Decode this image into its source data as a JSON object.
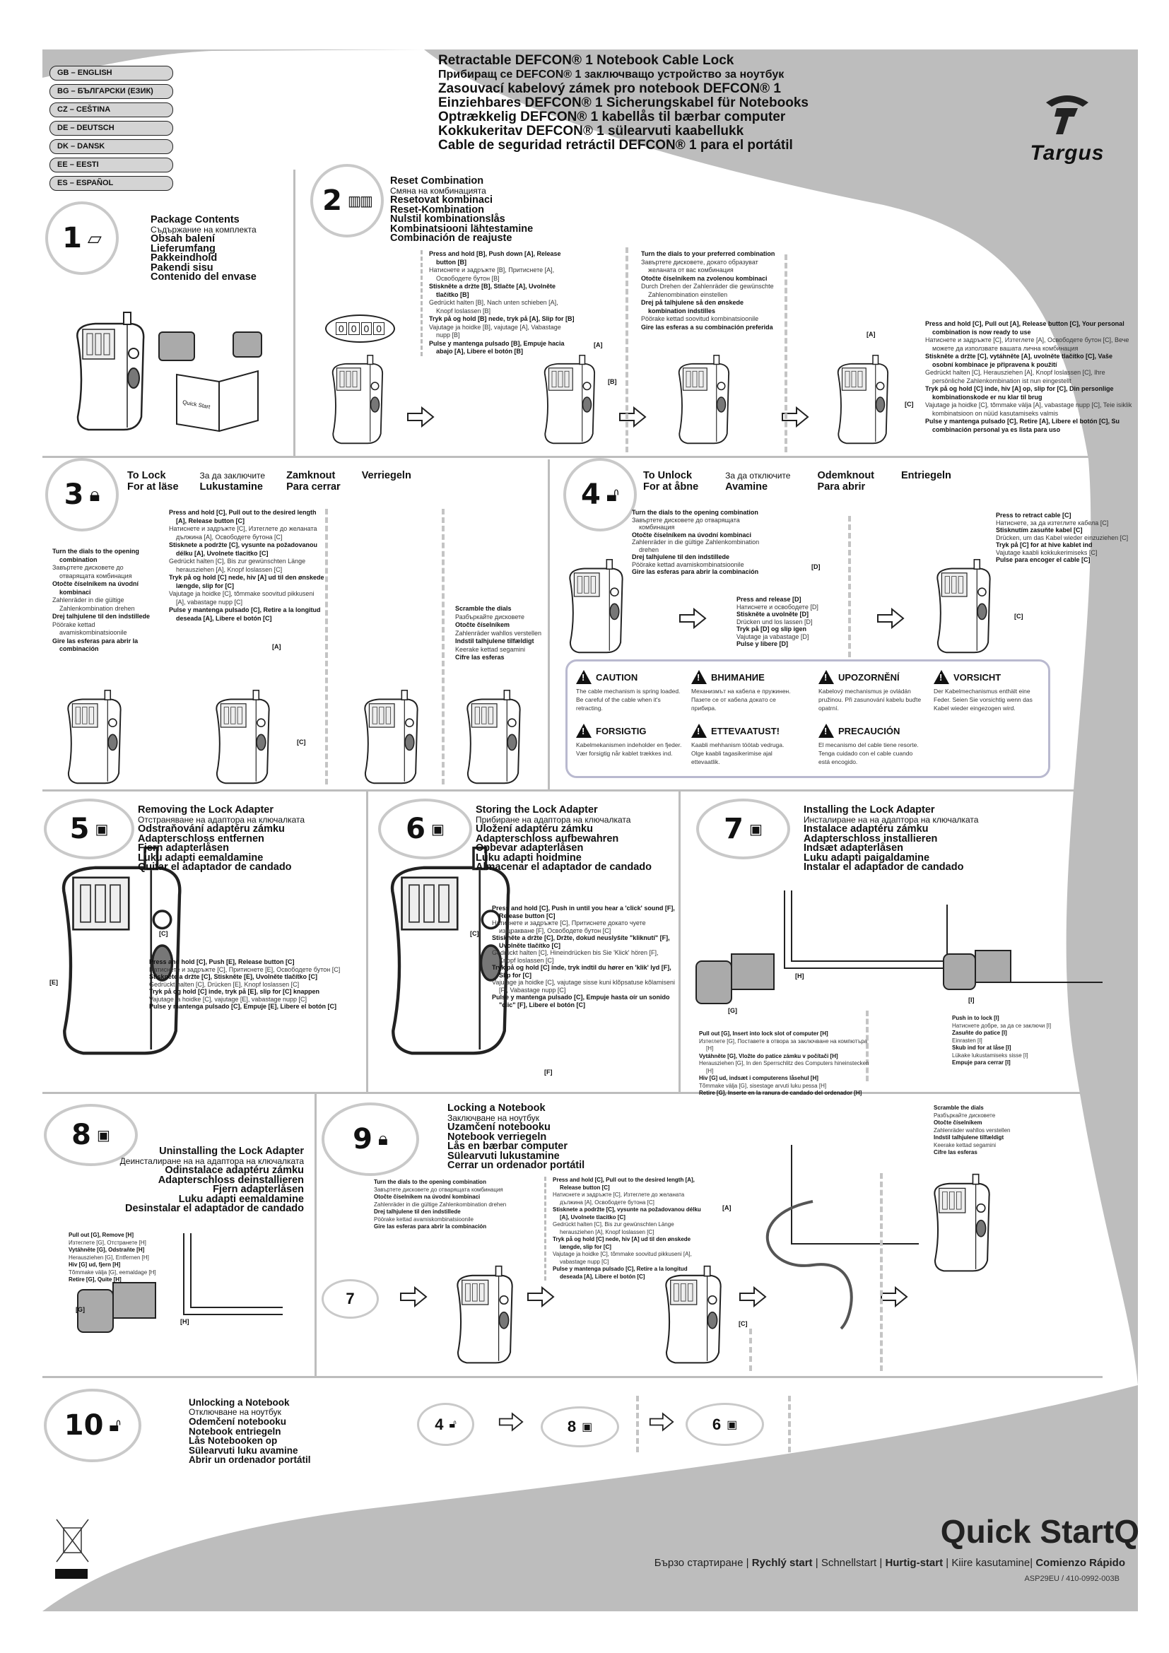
{
  "languages": [
    "GB – ENGLISH",
    "BG – БЪЛГАРСКИ (ЕЗИК)",
    "CZ – CEŠTINA",
    "DE – DEUTSCH",
    "DK – DANSK",
    "EE – EESTI",
    "ES – ESPAÑOL"
  ],
  "titles": [
    "Retractable DEFCON® 1 Notebook Cable Lock",
    "Прибиращ се DEFCON® 1 заключващо устройство за ноутбук",
    "Zasouvací kabelový zámek pro notebook DEFCON® 1",
    "Einziehbares DEFCON® 1 Sicherungskabel für Notebooks",
    "Optrækkelig DEFCON® 1 kabellås til bærbar computer",
    "Kokkukeritav DEFCON® 1 sülearvuti kaabellukk",
    "Cable de seguridad retráctil DEFCON® 1 para el portátil"
  ],
  "brand": "Targus",
  "step1": {
    "number": "1",
    "heading": [
      "Package Contents",
      "Съдържание на комплекта",
      "Obsah balení",
      "Lieferumfang",
      "Pakkeindhold",
      "Pakendi sisu",
      "Contenido del envase"
    ],
    "booklet": "Quick Start"
  },
  "step2": {
    "number": "2",
    "heading": [
      "Reset Combination",
      "Смяна на комбинацията",
      "Resetovat kombinaci",
      "Reset-Kombination",
      "Nulstil kombinationslås",
      "Kombinatsiooni lähtestamine",
      "Combinación de reajuste"
    ],
    "dials": [
      "0",
      "0",
      "0",
      "0"
    ],
    "col1": [
      "Press and hold [B], Push down [A], Release button [B]",
      "Натиснете и задръжте [B], Притиснете [A], Освободете бутон [B]",
      "Stiskněte a držte [B], Stlačte [A], Uvolněte tlačítko [B]",
      "Gedrückt halten [B], Nach unten schieben [A], Knopf loslassen [B]",
      "Tryk på og hold [B] nede, tryk på [A], Slip for [B]",
      "Vajutage ja hoidke [B], vajutage [A], Vabastage nupp [B]",
      "Pulse y mantenga pulsado [B], Empuje hacia abajo [A], Libere el botón [B]"
    ],
    "col2": [
      "Turn the dials to your preferred combination",
      "Завъртете дисковете, докато образуват желаната от вас комбинация",
      "Otočte číselníkem na zvolenou kombinaci",
      "Durch Drehen der Zahlenräder die gewünschte Zahlenombination einstellen",
      "Drej på talhjulene så den ønskede kombination indstilles",
      "Pöörake kettad soovitud kombinatsioonile",
      "Gire las esferas a su combinación preferida"
    ],
    "col3": [
      "Press and hold [C], Pull out [A], Release button [C], Your personal combination is now ready to use",
      "Натиснете и задръжте [C], Изтеглете [A], Освободете бутон [C], Вече можете да използвате вашата лична комбинация",
      "Stiskněte a držte [C], vytáhněte [A], uvolněte tlačítko [C], Vaše osobní kombinace je připravena k použití",
      "Gedrückt halten [C], Herausziehen [A], Knopf loslassen [C], Ihre persönliche Zahlenkombination ist nun eingestellt",
      "Tryk på og hold [C] inde, hiv [A] op, slip for [C], Din personlige kombinationskode er nu klar til brug",
      "Vajutage ja hoidke [C], tõmmake välja [A], vabastage nupp [C], Teie isiklik kombinatsioon on nüüd kasutamiseks valmis",
      "Pulse y mantenga pulsado [C], Retire [A], Libere el botón [C], Su combinación personal ya es lista para uso"
    ],
    "labels": [
      "[A]",
      "[B]",
      "[A]",
      "[C]"
    ]
  },
  "step3": {
    "number": "3",
    "heading": [
      "To Lock",
      "For at läse",
      "За да заключите",
      "Lukustamine",
      "Zamknout",
      "Para cerrar",
      "Verriegeln"
    ],
    "col1": [
      "Turn the dials to the opening combination",
      "Завъртете дисковете до отварящата комбинация",
      "Otočte číselníkem na úvodní kombinaci",
      "Zahlenräder in die gültige Zahlenkombination drehen",
      "Drej talhjulene til den indstillede",
      "Pöörake kettad avamiskombinatsioonile",
      "Gire las esferas para abrir la combinación"
    ],
    "col2": [
      "Press and hold [C], Pull out to the desired length [A], Release button [C]",
      "Натиснете и задръжте [C], Изтеглете до желаната дължина [A], Освободете бутона [C]",
      "Stisknete a podržte [C], vysunte na požadovanou délku [A], Uvolnete tlacitko [C]",
      "Gedrückt halten [C], Bis zur gewünschten Länge herausziehen [A], Knopf loslassen [C]",
      "Tryk på og hold [C] nede, hiv [A] ud til den ønskede længde, slip for [C]",
      "Vajutage ja hoidke [C], tõmmake soovitud pikkuseni [A], vabastage nupp [C]",
      "Pulse y mantenga pulsado [C], Retire a la longitud deseada [A], Libere el botón [C]"
    ],
    "col3": [
      "Scramble the dials",
      "Разбъркайте дисковете",
      "Otočte číselníkem",
      "Zahlenräder wahllos verstellen",
      "Indstil talhjulene tilfældigt",
      "Keerake kettad segamini",
      "Cifre las esferas"
    ],
    "labels": [
      "[A]",
      "[C]"
    ]
  },
  "step4": {
    "number": "4",
    "heading": [
      "To Unlock",
      "For at åbne",
      "За да отключите",
      "Avamine",
      "Odemknout",
      "Para abrir",
      "Entriegeln"
    ],
    "col1": [
      "Turn the dials to the opening combination",
      "Завъртете дисковете до отварящата комбинация",
      "Otočte číselníkem na úvodní kombinaci",
      "Zahlenräder in die gültige Zahlenkombination drehen",
      "Drej talhjulene til den indstillede",
      "Pöörake kettad avamiskombinatsioonile",
      "Gire las esferas para abrir la combinación"
    ],
    "col2": [
      "Press and release [D]",
      "Натиснете и освободете [D]",
      "Stiskněte a uvolněte [D]",
      "Drücken und los lassen [D]",
      "Tryk på [D] og slip igen",
      "Vajutage ja vabastage [D]",
      "Pulse y libere [D]"
    ],
    "col3": [
      "Press to retract cable [C]",
      "Натиснете, за да изтеглите кабела [C]",
      "Stisknutím zasuňte kabel [C]",
      "Drücken, um das Kabel wieder einzuziehen [C]",
      "Tryk på [C] for at hive kablet ind",
      "Vajutage kaabli kokkukerimiseks [C]",
      "Pulse para encoger el cable [C]"
    ],
    "labels": [
      "[D]",
      "[C]"
    ]
  },
  "warnings": [
    {
      "title": "CAUTION",
      "body": "The cable mechanism is spring loaded. Be careful of the cable when it's retracting."
    },
    {
      "title": "ВНИМАНИЕ",
      "body": "Механизмът на кабела е пружинен. Пазете се от кабела докато се прибира."
    },
    {
      "title": "UPOZORNĚNÍ",
      "body": "Kabelový mechanismus je ovládán pružinou. Při zasunování kabelu buďte opatrní."
    },
    {
      "title": "VORSICHT",
      "body": "Der Kabelmechanismus enthält eine Feder. Seien Sie vorsichtig wenn das Kabel wieder eingezogen wird."
    },
    {
      "title": "FORSIGTIG",
      "body": "Kabelmekanismen indeholder en fjeder. Vær forsigtig når kablet trækkes ind."
    },
    {
      "title": "ETTEVAATUST!",
      "body": "Kaabli mehhanism töötab vedruga. Olge kaabli tagasikerimise ajal ettevaatlik."
    },
    {
      "title": "PRECAUCIÓN",
      "body": "El mecanismo del cable tiene resorte. Tenga cuidado con el cable cuando está encogido."
    }
  ],
  "step5": {
    "number": "5",
    "heading": [
      "Removing the Lock Adapter",
      "Отстраняване на адаптора на ключалката",
      "Odstraňování adaptéru zámku",
      "Adapterschloss entfernen",
      "Fjern adapterlåsen",
      "Luku adapti eemaldamine",
      "Quitar el adaptador de candado"
    ],
    "col1": [
      "Press and hold [C], Push [E], Release button [C]",
      "Натиснете и задръжте [C], Притиснете [E], Освободете бутон [C]",
      "Stiskněte a držte [C], Stiskněte [E], Uvolněte tlačítko [C]",
      "Gedrückt halten [C], Drücken [E], Knopf loslassen [C]",
      "Tryk på og hold [C] inde, tryk på [E], slip for [C] knappen",
      "Vajutage ja hoidke [C], vajutage [E], vabastage nupp [C]",
      "Pulse y mantenga pulsado [C], Empuje [E], Libere el botón [C]"
    ],
    "labels": [
      "[C]",
      "[E]"
    ]
  },
  "step6": {
    "number": "6",
    "heading": [
      "Storing the Lock Adapter",
      "Прибиране на адаптора на ключалката",
      "Uložení adaptéru zámku",
      "Adapterschloss aufbewahren",
      "Opbevar adapterlåsen",
      "Luku adapti hoidmine",
      "Almacenar el adaptador de candado"
    ],
    "col1": [
      "Press and hold [C], Push in until you hear a 'click' sound [F], Release button [C]",
      "Натиснете и задръжте [C], Притиснете докато чуете изщракване [F], Освободете бутон [C]",
      "Stiskněte a držte [C], Držte, dokud neuslyšíte \"kliknutí\" [F], Uvolněte tlačítko [C]",
      "Gedrückt halten [C], Hineindrücken bis Sie 'Klick' hören [F], Knopf loslassen [C]",
      "Tryk på og hold [C] inde, tryk indtil du hører en 'klik' lyd [F], Slip for [C]",
      "Vajutage ja hoidke [C], vajutage sisse kuni klõpsatuse kõlamiseni [F], Vabastage nupp [C]",
      "Pulse y mantenga pulsado [C], Empuje hasta oír un sonido \"clic\" [F], Libere el botón [C]"
    ],
    "labels": [
      "[C]",
      "[F]"
    ]
  },
  "step7": {
    "number": "7",
    "heading": [
      "Installing the Lock Adapter",
      "Инсталиране на на адаптора на ключалката",
      "Instalace adaptéru zámku",
      "Adapterschloss installieren",
      "Indsæt adapterlåsen",
      "Luku adapti paigaldamine",
      "Instalar el adaptador de candado"
    ],
    "col1": [
      "Pull out [G], Insert into lock slot of computer [H]",
      "Изтеглете [G], Поставете в отвора за заключване на компютъра [H]",
      "Vytáhněte [G], Vložte do patice zámku v počítači [H]",
      "Herausziehen [G], In den Sperrschlitz des Computers hineinstecken [H]",
      "Hiv [G] ud, indsæt i computerens låsehul [H]",
      "Tõmmake välja [G], sisestage arvuti luku pessa [H]",
      "Retire [G], Inserte en la ranura de candado del ordenador [H]"
    ],
    "col2": [
      "Push in to lock [I]",
      "Натиснете добре, за да се заключи [I]",
      "Zasuňte do patice [I]",
      "Einrasten [I]",
      "Skub ind for at låse [I]",
      "Lükake lukustamiseks sisse [I]",
      "Empuje para cerrar [I]"
    ],
    "labels": [
      "[G]",
      "[H]",
      "[I]"
    ]
  },
  "step8": {
    "number": "8",
    "heading": [
      "Uninstalling the Lock Adapter",
      "Деинсталиране на на адаптора на ключалката",
      "Odinstalace adaptéru zámku",
      "Adapterschloss deinstallieren",
      "Fjern adapterlåsen",
      "Luku adapti eemaldamine",
      "Desinstalar el adaptador de candado"
    ],
    "col1": [
      "Pull out [G], Remove [H]",
      "Изтеглете [G], Отстранете [H]",
      "Vytáhněte [G], Odstraňte [H]",
      "Herausziehen [G], Entfernen [H]",
      "Hiv [G] ud, fjern [H]",
      "Tõmmake välja [G], eemaldage [H]",
      "Retire [G], Quite [H]"
    ],
    "labels": [
      "[G]",
      "[H]"
    ]
  },
  "step9": {
    "number": "9",
    "heading": [
      "Locking a Notebook",
      "Заключване на ноутбук",
      "Uzamčení notebooku",
      "Notebook verriegeln",
      "Lås en bærbar computer",
      "Sülearvuti lukustamine",
      "Cerrar un ordenador portátil"
    ],
    "col1": [
      "Turn the dials to the opening combination",
      "Завъртете дисковете до отварящата комбинация",
      "Otočte číselníkem na úvodní kombinaci",
      "Zahlenräder in die gültige Zahlenkombination drehen",
      "Drej talhjulene til den indstillede",
      "Pöörake kettad avamiskombinatsioonile",
      "Gire las esferas para abrir la combinación"
    ],
    "col2": [
      "Press and hold [C], Pull out to the desired length [A], Release button [C]",
      "Натиснете и задръжте [C], Изтеглете до желаната дължина [A], Освободете бутона [C]",
      "Stisknete a podržte [C], vysunte na požadovanou délku [A], Uvolnete tlacitko [C]",
      "Gedrückt halten [C], Bis zur gewünschten Länge herausziehen [A], Knopf loslassen [C]",
      "Tryk på og hold [C] nede, hiv [A] ud til den ønskede længde, slip for [C]",
      "Vajutage ja hoidke [C], tõmmake soovitud pikkuseni [A], vabastage nupp [C]",
      "Pulse y mantenga pulsado [C], Retire a la longitud deseada [A], Libere el botón [C]"
    ],
    "col3": [
      "Scramble the dials",
      "Разбъркайте дисковете",
      "Otočte číselníkem",
      "Zahlenräder wahllos verstellen",
      "Indstil talhjulene tilfældigt",
      "Keerake kettad segamini",
      "Cifre las esferas"
    ],
    "mini_step": "7",
    "labels": [
      "[A]",
      "[C]"
    ]
  },
  "step10": {
    "number": "10",
    "heading": [
      "Unlocking a Notebook",
      "Отключване на ноутбук",
      "Odemčení notebooku",
      "Notebook entriegeln",
      "Lås Notebooken op",
      "Sülearvuti luku avamine",
      "Abrir un ordenador portátil"
    ],
    "sequence": [
      "4",
      "8",
      "6"
    ]
  },
  "footer": {
    "title": "Quick StartQ",
    "languages": [
      "Бързо стартиране",
      "Rychlý start",
      "Schnellstart",
      "Hurtig-start",
      "Kiire kasutamine",
      "Comienzo Rápido"
    ],
    "separator": "|",
    "code": "ASP29EU / 410-0992-003B"
  },
  "colors": {
    "background_gray": "#bdbdbd",
    "divider": "#bdbdbd",
    "circle": "#c9c9c9",
    "warning_border": "#b9b9cf"
  }
}
